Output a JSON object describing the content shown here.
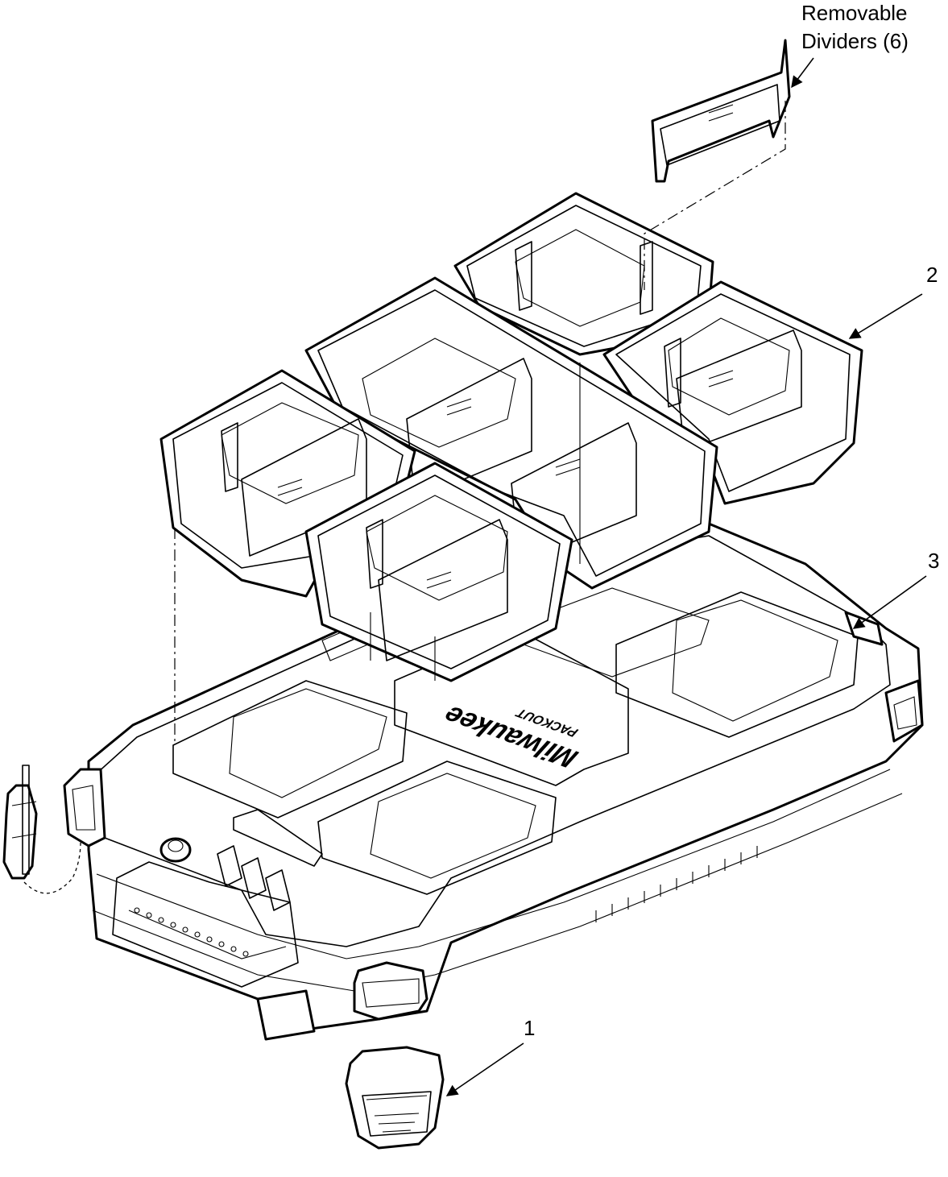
{
  "callouts": {
    "dividers_line1": "Removable",
    "dividers_line2": "Dividers (6)",
    "bins": "2",
    "case": "3",
    "latch": "1"
  },
  "branding": {
    "logo": "Milwaukee",
    "sub": "PACKOUT"
  }
}
